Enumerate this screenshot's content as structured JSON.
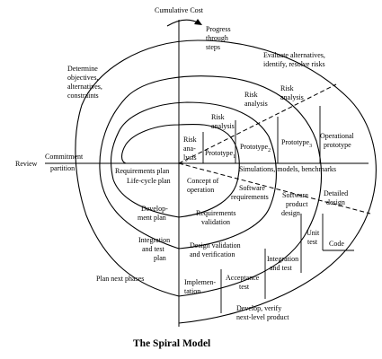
{
  "title": "The Spiral Model",
  "axes": {
    "vertical": "Cumulative Cost",
    "progress": [
      "Progress",
      "through",
      "steps"
    ],
    "review": "Review"
  },
  "commitment": [
    "Commitment",
    "partition"
  ],
  "quadrants": {
    "determine": [
      "Determine",
      "objectives,",
      "alternatives,",
      "constraints"
    ],
    "evaluate": [
      "Evaluate alternatives,",
      "identify, resolve risks"
    ],
    "plan_next": "Plan next phases",
    "develop": [
      "Develop, verify",
      "next-level product"
    ]
  },
  "risk_analysis": {
    "r1": [
      "Risk",
      "ana-",
      "lysis"
    ],
    "r2": [
      "Risk",
      "analysis"
    ],
    "r3": [
      "Risk",
      "analysis"
    ],
    "r4": [
      "Risk",
      "analysis"
    ]
  },
  "prototypes": {
    "p1": {
      "name": "Prototype",
      "sub": "1"
    },
    "p2": {
      "name": "Prototype",
      "sub": "2"
    },
    "p3": {
      "name": "Prototype",
      "sub": "3"
    },
    "operational": [
      "Operational",
      "prototype"
    ]
  },
  "band": "Simulations, models, benchmarks",
  "plans": {
    "requirements": [
      "Requirements plan",
      "Life-cycle plan"
    ],
    "development": [
      "Develop-",
      "ment plan"
    ],
    "integration": [
      "Integration",
      "and test",
      "plan"
    ]
  },
  "activities": {
    "concept": [
      "Concept of",
      "operation"
    ],
    "sw_req": [
      "Software",
      "requirements"
    ],
    "req_val": [
      "Requirements",
      "validation"
    ],
    "sw_design": [
      "Software",
      "product",
      "design"
    ],
    "design_val": [
      "Design validation",
      "and verification"
    ],
    "detailed": [
      "Detailed",
      "design"
    ],
    "code": "Code",
    "unit": [
      "Unit",
      "test"
    ],
    "int_test": [
      "Integration",
      "and test"
    ],
    "acceptance": [
      "Acceptance",
      "test"
    ],
    "implementation": [
      "Implemen-",
      "tation"
    ]
  }
}
